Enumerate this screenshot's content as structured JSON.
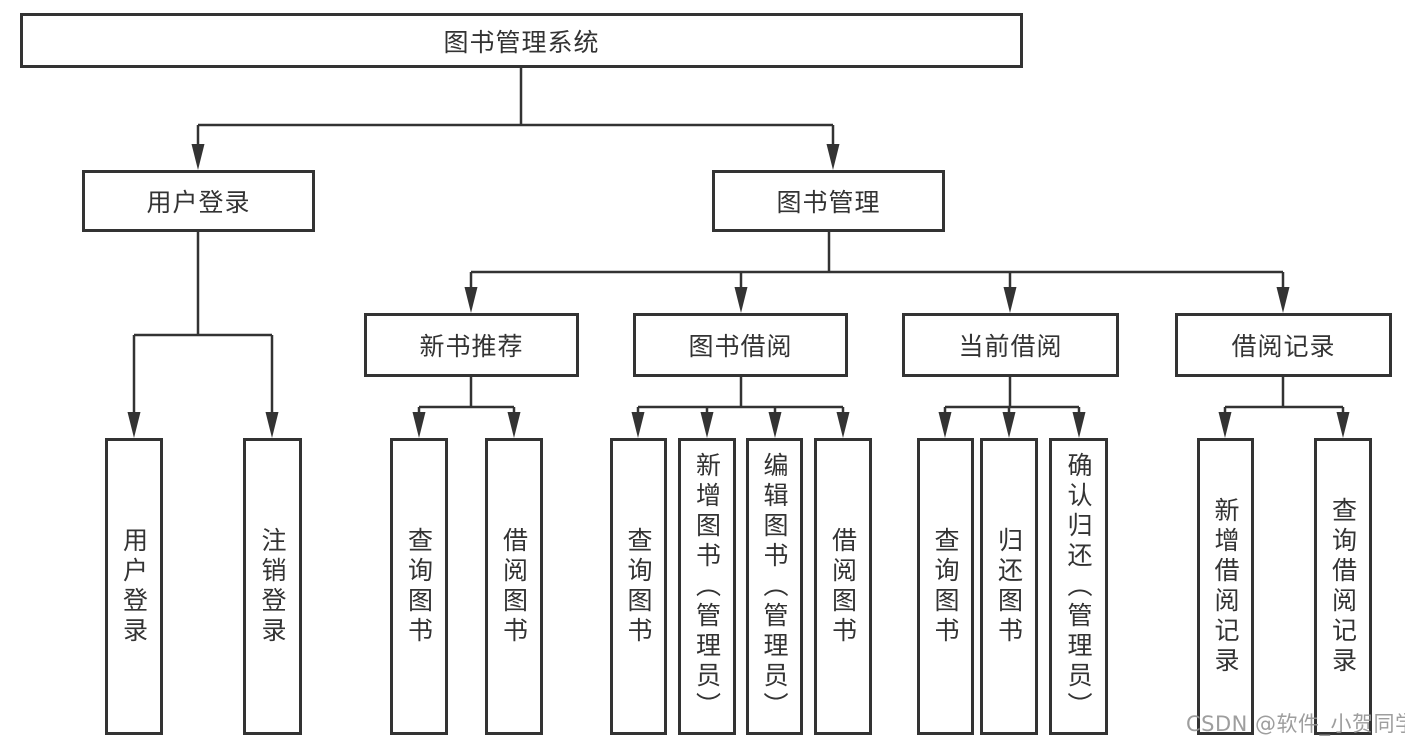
{
  "diagram": {
    "type": "hierarchy-tree",
    "tree": {
      "label": "图书管理系统",
      "children": [
        {
          "label": "用户登录",
          "children": [
            {
              "label": "用户登录"
            },
            {
              "label": "注销登录"
            }
          ]
        },
        {
          "label": "图书管理",
          "children": [
            {
              "label": "新书推荐",
              "children": [
                {
                  "label": "查询图书"
                },
                {
                  "label": "借阅图书"
                }
              ]
            },
            {
              "label": "图书借阅",
              "children": [
                {
                  "label": "查询图书"
                },
                {
                  "label": "新增图书（管理员）"
                },
                {
                  "label": "编辑图书（管理员）"
                },
                {
                  "label": "借阅图书"
                }
              ]
            },
            {
              "label": "当前借阅",
              "children": [
                {
                  "label": "查询图书"
                },
                {
                  "label": "归还图书"
                },
                {
                  "label": "确认归还（管理员）"
                }
              ]
            },
            {
              "label": "借阅记录",
              "children": [
                {
                  "label": "新增借阅记录"
                },
                {
                  "label": "查询借阅记录"
                }
              ]
            }
          ]
        }
      ]
    },
    "colors": {
      "line": "#333333",
      "text": "#333333",
      "box_background": "#ffffff",
      "page_background": "#ffffff",
      "watermark": "#949494"
    }
  },
  "watermark": {
    "text": "CSDN @软件_小贺同学"
  }
}
